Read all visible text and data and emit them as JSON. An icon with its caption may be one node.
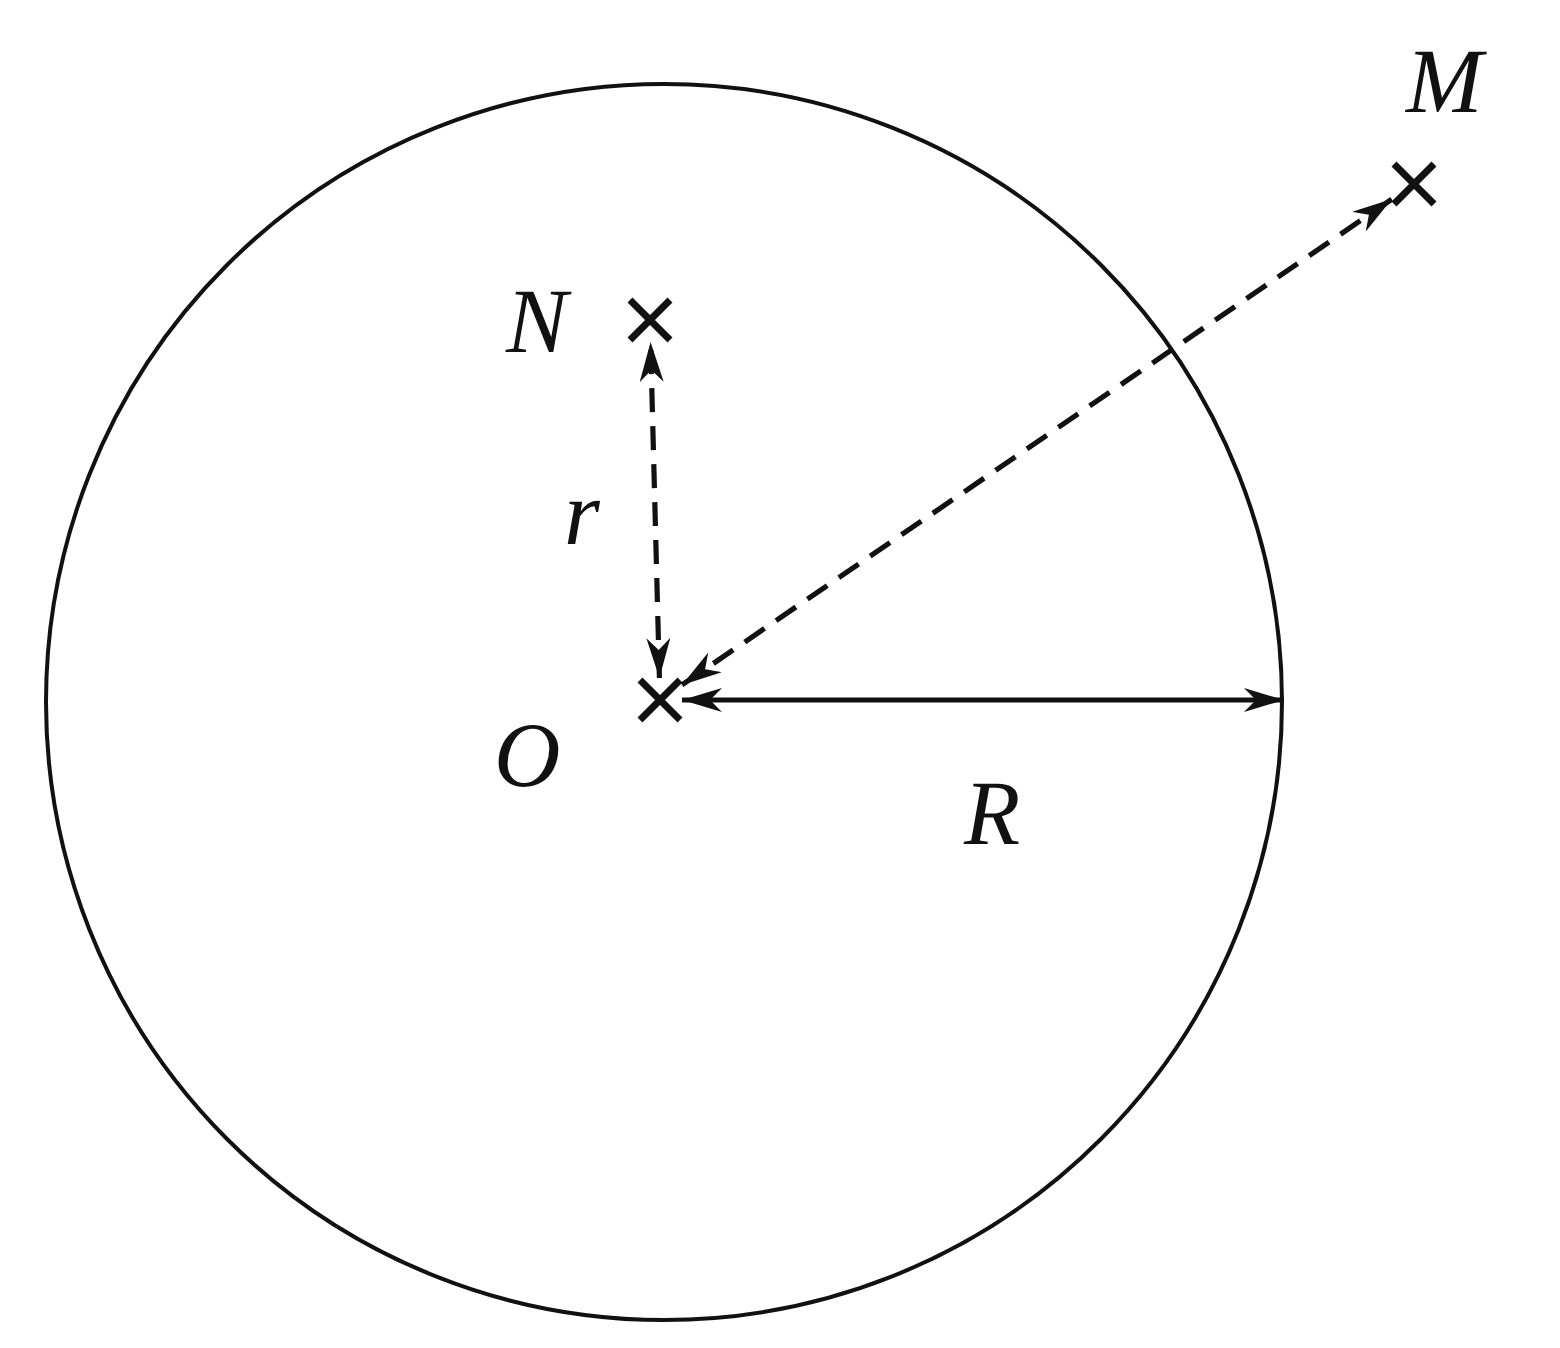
{
  "diagram": {
    "nodes": [
      {
        "text": [],
        "shape": "circle"
      },
      {
        "text": [],
        "shape": "cross",
        "beside": [
          "N"
        ],
        "in": 0
      },
      {
        "text": [],
        "shape": "cross",
        "beside": [
          "O"
        ],
        "in": 0
      },
      {
        "text": [],
        "shape": "cross",
        "beside": [
          "M"
        ]
      }
    ],
    "edges": [
      {
        "from": 2,
        "to": 1,
        "arrow": "both",
        "style": "dashed",
        "label": "r"
      },
      {
        "from": 2,
        "to": 3,
        "arrow": "both",
        "style": "dashed"
      },
      {
        "from": 2,
        "to": 0,
        "arrow": "both",
        "label": "R"
      }
    ]
  }
}
